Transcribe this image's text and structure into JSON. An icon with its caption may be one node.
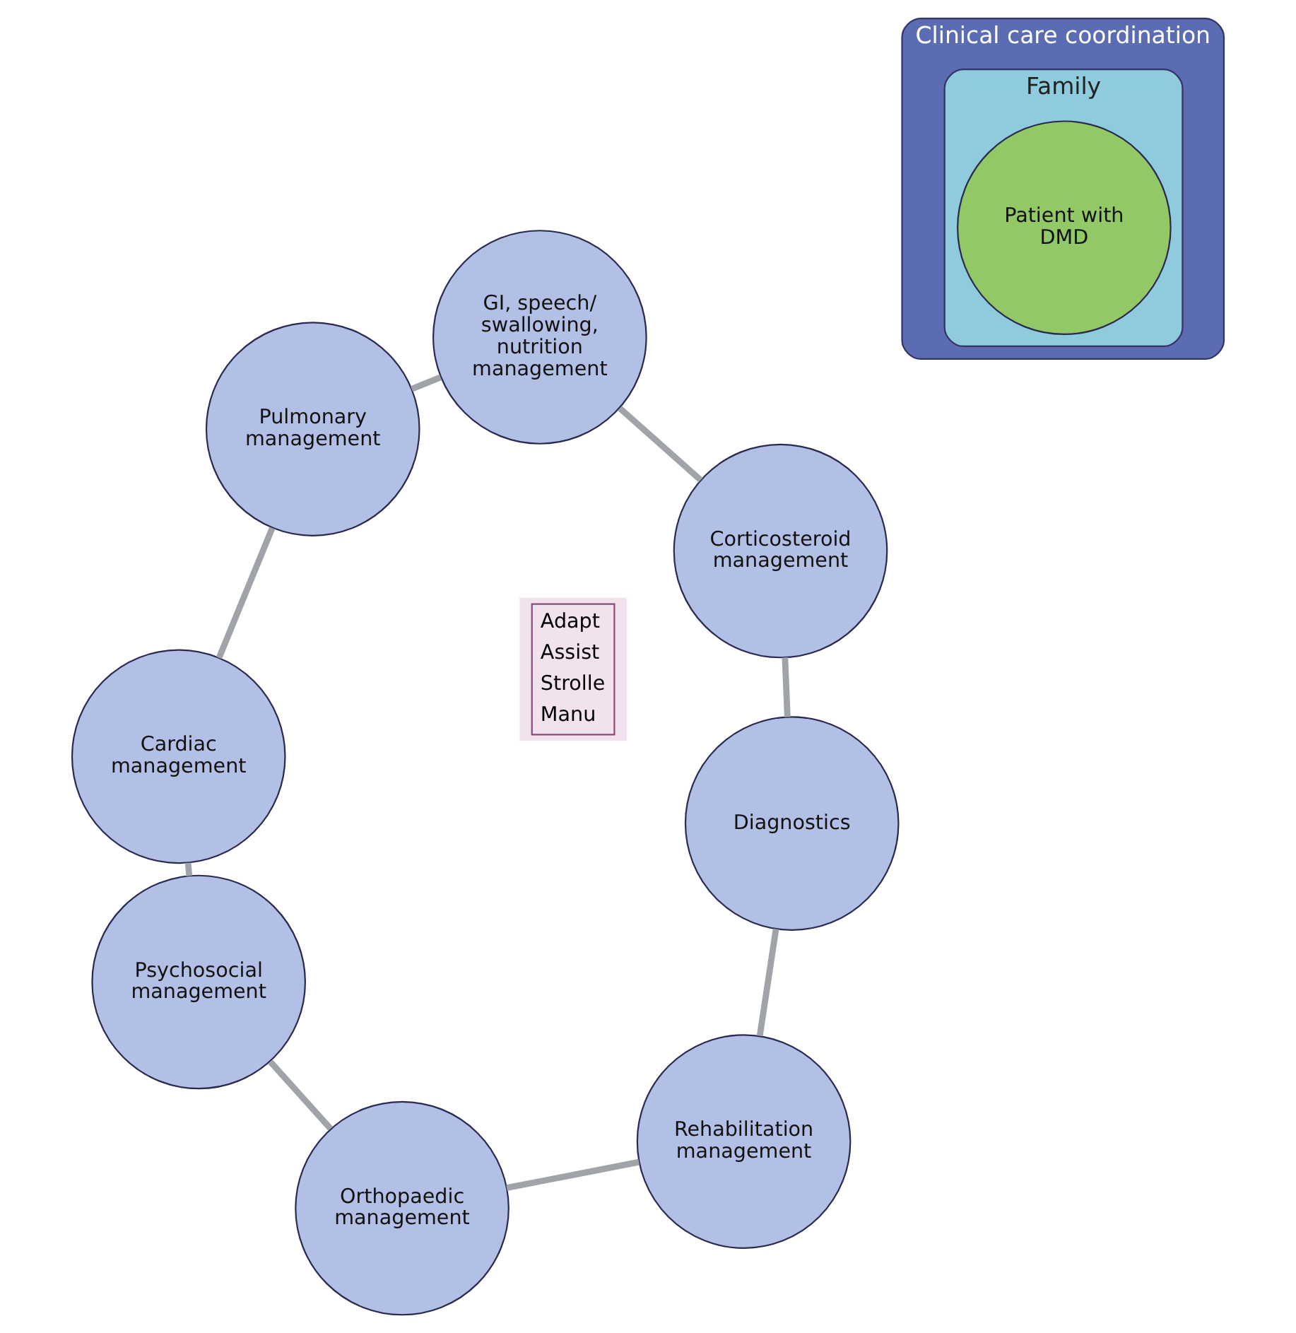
{
  "diagram": {
    "nodes": [
      {
        "text": [
          "Diagnostics"
        ]
      },
      {
        "text": [
          "Rehabilitation management"
        ]
      },
      {
        "text": [
          "Corticosteroid management"
        ]
      },
      {
        "text": [
          "Orthopaedic management"
        ]
      },
      {
        "text": [
          "Clinical care coordination"
        ]
      },
      {
        "text": [
          "Family"
        ],
        "in": 4
      },
      {
        "text": [
          "Patient with DMD"
        ],
        "in": 5
      },
      {
        "text": [
          "GI, speech/ swallowing, nutrition management"
        ]
      },
      {
        "text": [
          "Psychosocial management"
        ]
      },
      {
        "text": [
          "Pulmonary management"
        ]
      },
      {
        "text": [
          "Cardiac management"
        ]
      }
    ],
    "edges": [
      {
        "from": 0,
        "to": 1,
        "arrow": "none"
      },
      {
        "from": 1,
        "to": 3,
        "arrow": "none"
      },
      {
        "from": 3,
        "to": 8,
        "arrow": "none"
      },
      {
        "from": 8,
        "to": 10,
        "arrow": "none"
      },
      {
        "from": 10,
        "to": 9,
        "arrow": "none"
      },
      {
        "from": 9,
        "to": 7,
        "arrow": "none"
      },
      {
        "from": 7,
        "to": 2,
        "arrow": "none"
      },
      {
        "from": 2,
        "to": 0,
        "arrow": "none"
      }
    ],
    "labels": [
      "Adapt",
      "Assist",
      "Strolle",
      "Manu"
    ]
  }
}
